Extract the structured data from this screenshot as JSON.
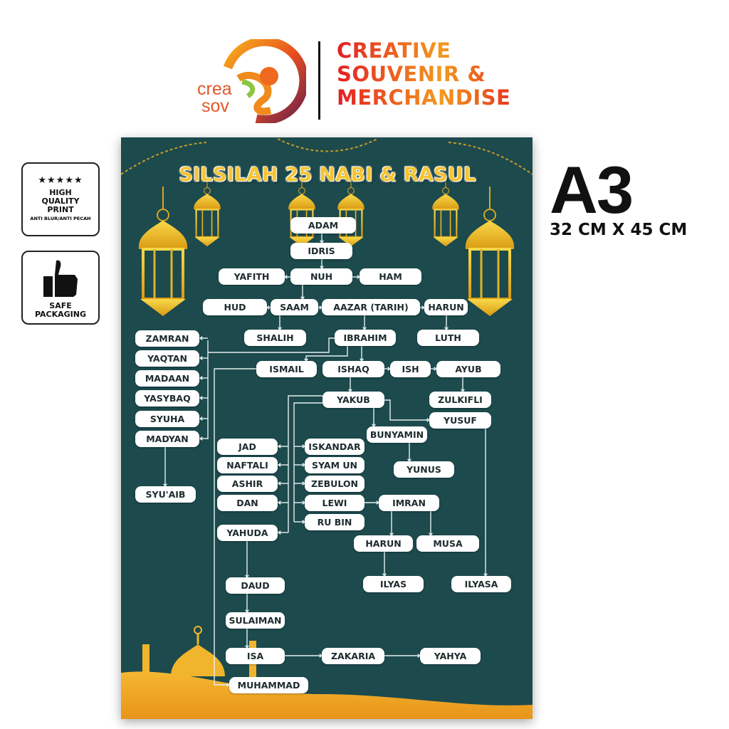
{
  "brand": {
    "logo_lines": [
      "crea",
      "sov"
    ],
    "tagline": [
      "CREATIVE",
      "SOUVENIR &",
      "MERCHANDISE"
    ]
  },
  "badges": {
    "quality": {
      "stars": "★★★★★",
      "lines": [
        "HIGH",
        "QUALITY",
        "PRINT"
      ],
      "sub": "ANTI BLUR/ANTI PECAH",
      "icon": "five-stars-icon"
    },
    "packaging": {
      "lines": [
        "SAFE",
        "PACKAGING"
      ],
      "icon": "thumbs-up-icon"
    }
  },
  "size": {
    "label": "A3",
    "dimensions": "32 CM X 45 CM"
  },
  "poster": {
    "title": "SILSILAH 25 NABI & RASUL",
    "colors": {
      "background": "#1c4a4d",
      "gold": "#f6c431",
      "node": "#ffffff"
    },
    "nodes": [
      "ADAM",
      "IDRIS",
      "YAFITH",
      "NUH",
      "HAM",
      "HUD",
      "SAAM",
      "AAZAR (TARIH)",
      "HARUN",
      "SHALIH",
      "IBRAHIM",
      "LUTH",
      "ZAMRAN",
      "YAQTAN",
      "MADAAN",
      "YASYBAQ",
      "SYUHA",
      "MADYAN",
      "ISMAIL",
      "ISHAQ",
      "ISH",
      "AYUB",
      "YAKUB",
      "ZULKIFLI",
      "YUSUF",
      "BUNYAMIN",
      "JAD",
      "ISKANDAR",
      "YUNUS",
      "NAFTALI",
      "SYAM UN",
      "ASHIR",
      "ZEBULON",
      "DAN",
      "LEWI",
      "IMRAN",
      "RU BIN",
      "YAHUDA",
      "HARUN",
      "MUSA",
      "SYU'AIB",
      "DAUD",
      "ILYAS",
      "ILYASA",
      "SULAIMAN",
      "ISA",
      "ZAKARIA",
      "YAHYA",
      "MUHAMMAD"
    ]
  }
}
